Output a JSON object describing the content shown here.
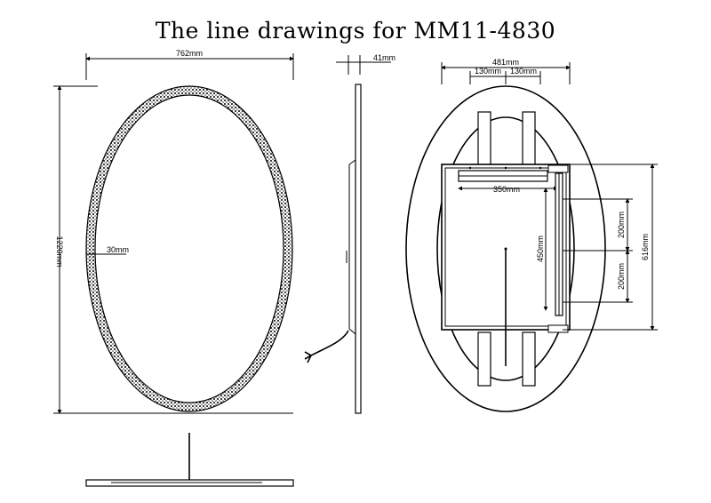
{
  "title": "The line drawings for MM11-4830",
  "front_view": {
    "width": "762mm",
    "height": "1220mm",
    "border": "30mm"
  },
  "side_view": {
    "depth": "41mm"
  },
  "back_view": {
    "overall_width": "481mm",
    "left_offset": "130mm",
    "right_offset": "130mm",
    "box_width": "350mm",
    "box_height": "450mm",
    "upper_gap": "200mm",
    "lower_gap": "200mm",
    "bracket_height": "616mm"
  }
}
